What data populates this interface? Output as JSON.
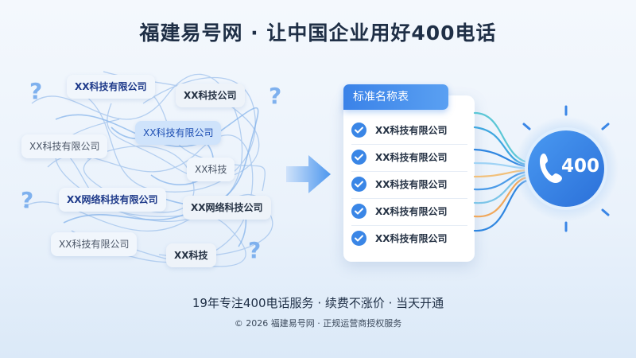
{
  "header": {
    "title": "福建易号网 · 让中国企业用好400电话"
  },
  "chaos": {
    "chips": [
      {
        "text": "XX科技有限公司",
        "style": "bold"
      },
      {
        "text": "XX科技公司",
        "style": "dark"
      },
      {
        "text": "XX科技有限公司",
        "style": "blue"
      },
      {
        "text": "XX科技有限公司",
        "style": "plain"
      },
      {
        "text": "XX科技",
        "style": "plain"
      },
      {
        "text": "XX网络科技有限公司",
        "style": "bold"
      },
      {
        "text": "XX网络科技公司",
        "style": "dark"
      },
      {
        "text": "XX科技有限公司",
        "style": "plain"
      },
      {
        "text": "XX科技",
        "style": "dark"
      }
    ],
    "question_mark": "?"
  },
  "panel": {
    "header": "标准名称表",
    "items": [
      "XX科技有限公司",
      "XX科技有限公司",
      "XX科技有限公司",
      "XX科技有限公司",
      "XX科技有限公司"
    ]
  },
  "phone_badge": {
    "number": "400",
    "icon": "phone-handset-icon"
  },
  "footer": {
    "tagline": "19年专注400电话服务 · 续费不涨价 · 当天开通",
    "copyright": "© 2026 福建易号网 · 正规运营商授权服务"
  },
  "colors": {
    "accent": "#3a86e6",
    "title_text": "#1f2f46",
    "question_mark": "#7fb1ee"
  }
}
